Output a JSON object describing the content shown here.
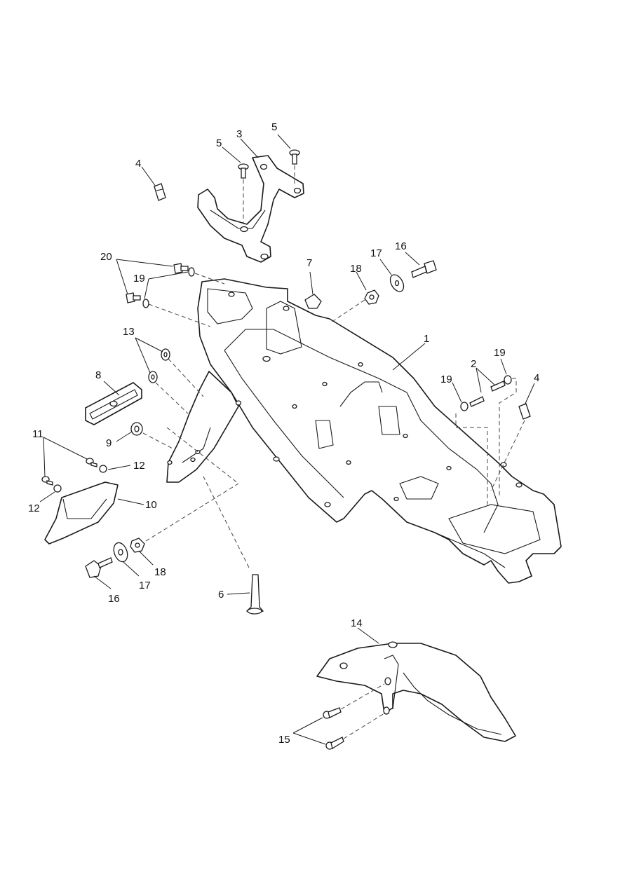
{
  "callouts": {
    "c1": "1",
    "c2": "2",
    "c3": "3",
    "c4a": "4",
    "c4b": "4",
    "c5a": "5",
    "c5b": "5",
    "c6": "6",
    "c7": "7",
    "c8": "8",
    "c9": "9",
    "c10": "10",
    "c11": "11",
    "c12a": "12",
    "c12b": "12",
    "c13": "13",
    "c14": "14",
    "c15": "15",
    "c16a": "16",
    "c16b": "16",
    "c17a": "17",
    "c17b": "17",
    "c18a": "18",
    "c18b": "18",
    "c19a": "19",
    "c19b": "19",
    "c19c": "19",
    "c20": "20"
  },
  "colors": {
    "line": "#1a1a1a",
    "background": "#ffffff"
  }
}
